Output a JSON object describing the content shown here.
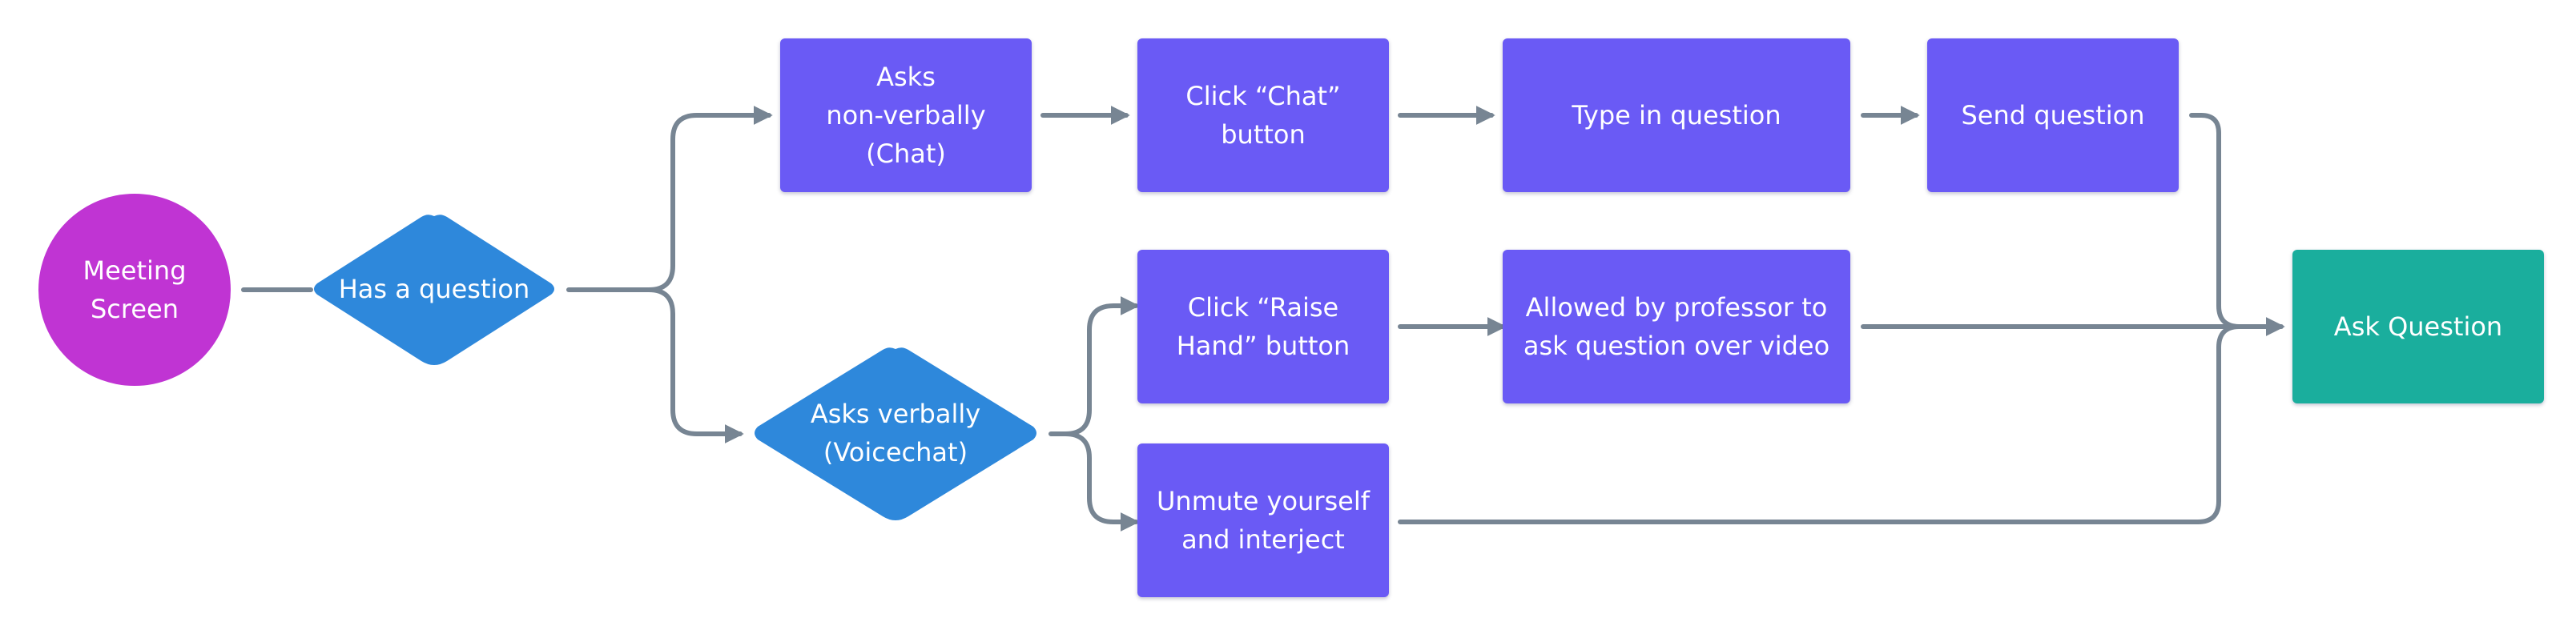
{
  "colors": {
    "start": "#C034D3",
    "decision": "#2E88DB",
    "process": "#6A5AF5",
    "end": "#1AAE9D",
    "connector": "#778593"
  },
  "nodes": {
    "meeting_screen": "Meeting\nScreen",
    "has_question": "Has a question",
    "asks_nonverbally": "Asks\nnon-verbally\n(Chat)",
    "click_chat": "Click “Chat”\nbutton",
    "type_question": "Type in question",
    "send_question": "Send question",
    "asks_verbally": "Asks verbally\n(Voicechat)",
    "click_raise_hand": "Click “Raise\nHand” button",
    "allowed_by_professor": "Allowed by professor to\nask question over video",
    "unmute_yourself": "Unmute yourself\nand interject",
    "ask_question": "Ask Question"
  }
}
